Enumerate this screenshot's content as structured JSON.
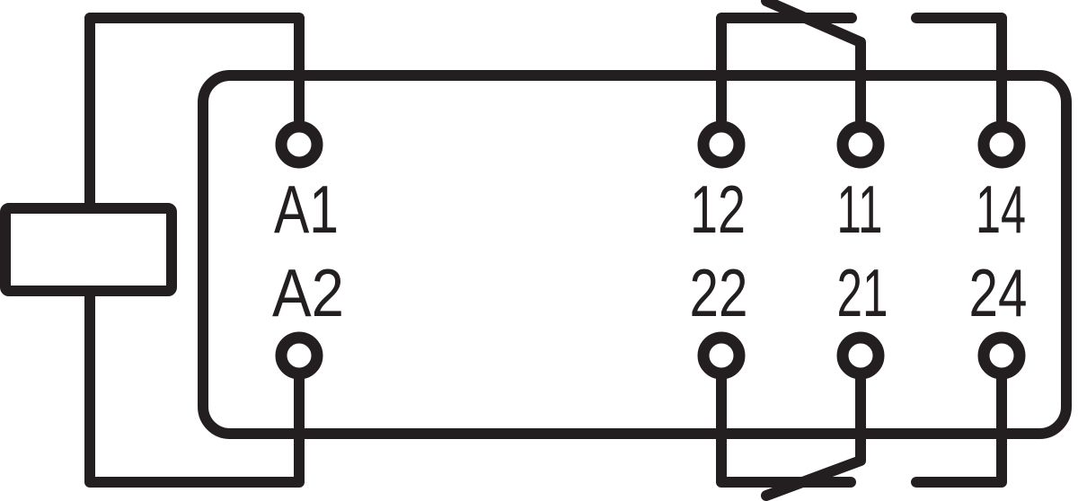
{
  "colors": {
    "line": "#231f20",
    "background": "#ffffff"
  },
  "labels": {
    "a1": "A1",
    "a2": "A2",
    "t12": "12",
    "t11": "11",
    "t14": "14",
    "t22": "22",
    "t21": "21",
    "t24": "24"
  }
}
